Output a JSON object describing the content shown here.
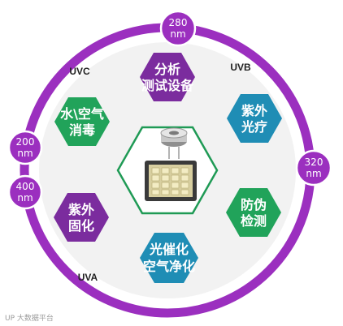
{
  "colors": {
    "ring": "#9b2fbf",
    "ring_inner_fill": "#f2f2f2",
    "badge": "#9b2fbf",
    "badge_stroke": "#ffffff",
    "purple_hex": "#7b2c9e",
    "green_hex": "#21a35a",
    "teal_hex": "#1f8db5",
    "center_outline": "#1f9a55",
    "device_metal": "#b6b6b6"
  },
  "badges": {
    "top": {
      "line1": "280",
      "line2": "nm"
    },
    "right": {
      "line1": "320",
      "line2": "nm"
    },
    "left_upper": {
      "line1": "200",
      "line2": "nm"
    },
    "left_lower": {
      "line1": "400",
      "line2": "nm"
    }
  },
  "bands": {
    "uvc": "UVC",
    "uvb": "UVB",
    "uva": "UVA"
  },
  "hexes": {
    "top": {
      "line1": "分析",
      "line2": "测试设备"
    },
    "upper_right": {
      "line1": "紫外",
      "line2": "光疗"
    },
    "lower_right": {
      "line1": "防伪",
      "line2": "检测"
    },
    "bottom": {
      "line1": "光催化",
      "line2": "空气净化"
    },
    "lower_left": {
      "line1": "紫外",
      "line2": "固化"
    },
    "upper_left": {
      "line1": "水\\空气",
      "line2": "消毒"
    }
  },
  "icons": {
    "center_device": "uv-led-chip-and-sensor-icon"
  },
  "watermark": "UP 大数据平台"
}
